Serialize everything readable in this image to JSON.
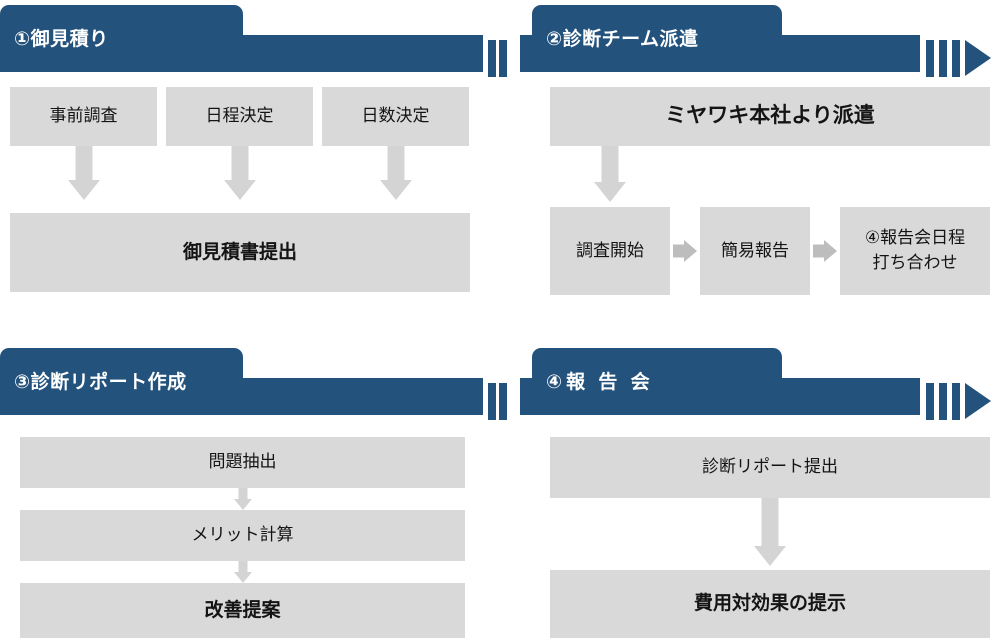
{
  "theme": {
    "banner_color": "#23527c",
    "box_color": "#d9d9d9",
    "arrow_color": "#d4d4d4",
    "text_color": "#141414",
    "banner_text_color": "#ffffff",
    "page_background": "#ffffff"
  },
  "panels": [
    {
      "id": "panel-1",
      "title": "①御見積り",
      "steps_row": [
        {
          "label": "事前調査"
        },
        {
          "label": "日程決定"
        },
        {
          "label": "日数決定"
        }
      ],
      "result": {
        "label": "御見積書提出"
      }
    },
    {
      "id": "panel-2",
      "title": "②診断チーム派遣",
      "headline": {
        "label": "ミヤワキ本社より派遣"
      },
      "steps_row": [
        {
          "label": "調査開始"
        },
        {
          "label": "簡易報告"
        },
        {
          "label": "④報告会日程\n打ち合わせ",
          "line1": "④報告会日程",
          "line2": "打ち合わせ"
        }
      ]
    },
    {
      "id": "panel-3",
      "title": "③診断リポート作成",
      "steps_column": [
        {
          "label": "問題抽出"
        },
        {
          "label": "メリット計算"
        },
        {
          "label": "改善提案"
        }
      ]
    },
    {
      "id": "panel-4",
      "title": "④報 告 会",
      "steps_column": [
        {
          "label": "診断リポート提出"
        },
        {
          "label": "費用対効果の提示"
        }
      ]
    }
  ],
  "icons": {
    "arrow_down": "arrow-down-icon",
    "arrow_right": "arrow-right-icon",
    "chevron_mark": "chevron-mark-icon",
    "arrowhead": "arrowhead-icon"
  }
}
